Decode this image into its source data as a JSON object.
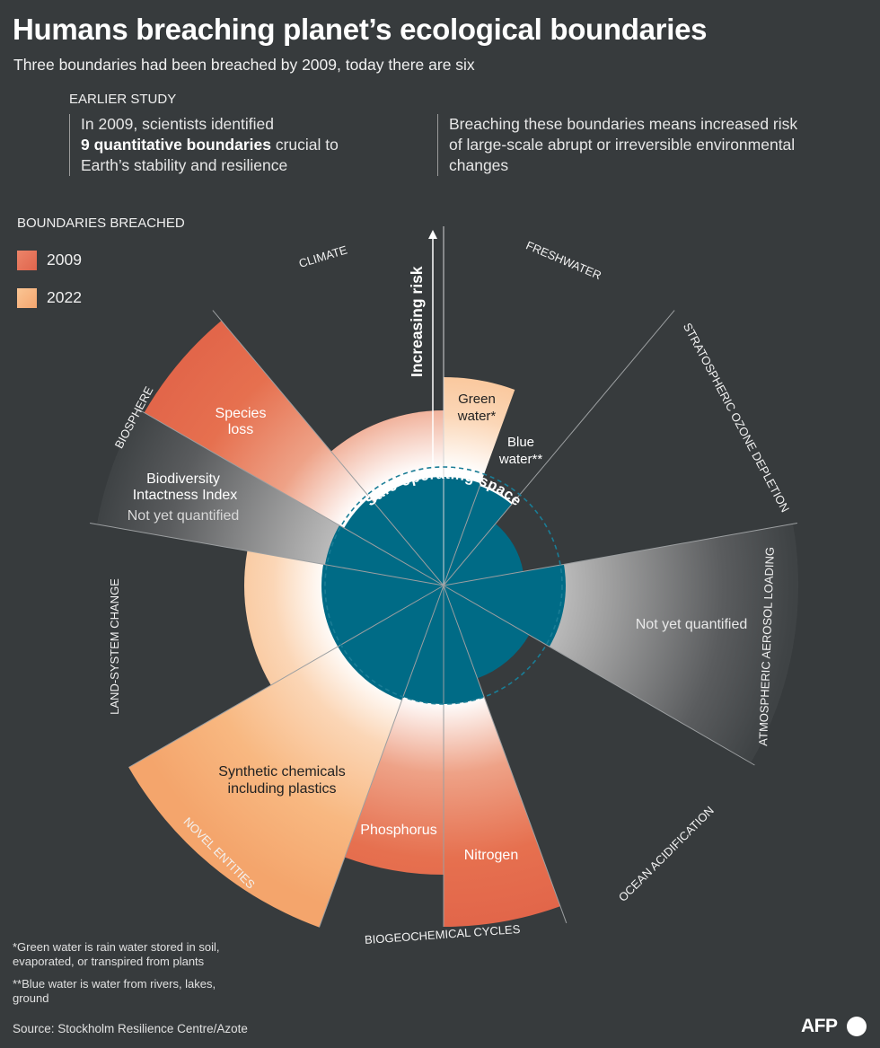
{
  "title": "Humans breaching planet’s ecological boundaries",
  "subtitle": "Three boundaries had been breached by 2009, today there are six",
  "earlier_study": {
    "heading": "EARLIER STUDY",
    "text_before": "In 2009, scientists identified",
    "bold": "9 quantitative boundaries",
    "text_after": "crucial to Earth’s stability and resilience",
    "right_text": "Breaching these boundaries means increased risk of large-scale abrupt or irreversible environmental changes"
  },
  "legend": {
    "title": "BOUNDARIES BREACHED",
    "items": [
      {
        "label": "2009",
        "color": "#e8745a"
      },
      {
        "label": "2022",
        "color": "#f7b27c"
      }
    ]
  },
  "diagram": {
    "axis_label": "Increasing risk",
    "safe_space_label": "Safe operating space",
    "categories": [
      "CLIMATE",
      "FRESHWATER",
      "STRATOSPHERIC OZONE DEPLETION",
      "ATMOSPHERIC AEROSOL LOADING",
      "OCEAN ACIDIFICATION",
      "BIOGEOCHEMICAL CYCLES",
      "NOVEL ENTITIES",
      "LAND-SYSTEM CHANGE",
      "BIOSPHERE"
    ],
    "wedge_labels": {
      "green_water": "Green water*",
      "blue_water": "Blue water**",
      "species_loss": "Species loss",
      "bii": "Biodiversity Intactness Index",
      "not_quantified": "Not yet quantified",
      "synthetic": "Synthetic chemicals including plastics",
      "phosphorus": "Phosphorus",
      "nitrogen": "Nitrogen"
    },
    "colors": {
      "background": "#373b3d",
      "safe_space": "#006b86",
      "breached_2009": "#e8745a",
      "breached_2022": "#f7b27c"
    }
  },
  "footnotes": [
    "*Green water is rain water stored in soil, evaporated, or transpired from plants",
    "**Blue water is water from rivers, lakes, ground"
  ],
  "source": "Source: Stockholm Resilience Centre/Azote",
  "logo": "AFP"
}
